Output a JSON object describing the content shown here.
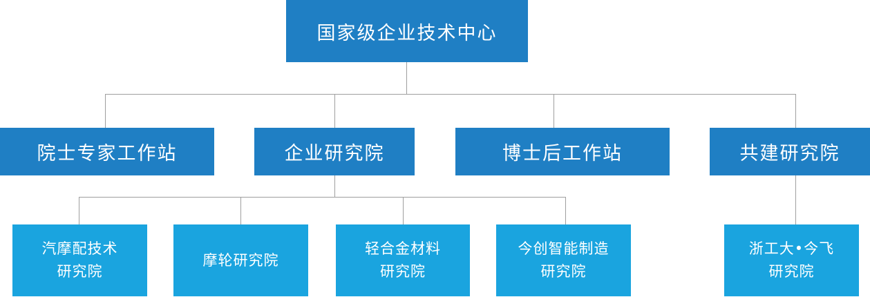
{
  "root": {
    "label": "国家级企业技术中心"
  },
  "level1": [
    {
      "label": "院士专家工作站"
    },
    {
      "label": "企业研究院"
    },
    {
      "label": "博士后工作站"
    },
    {
      "label": "共建研究院"
    }
  ],
  "level2": [
    {
      "line1": "汽摩配技术",
      "line2": "研究院"
    },
    {
      "line1": "摩轮研究院",
      "line2": ""
    },
    {
      "line1": "轻合金材料",
      "line2": "研究院"
    },
    {
      "line1": "今创智能制造",
      "line2": "研究院"
    },
    {
      "line1": "浙工大•今飞",
      "line2": "研究院"
    }
  ],
  "colors": {
    "level0_1": "#1f7fc4",
    "level2": "#1aa4df",
    "connector": "#9e9e9e"
  }
}
